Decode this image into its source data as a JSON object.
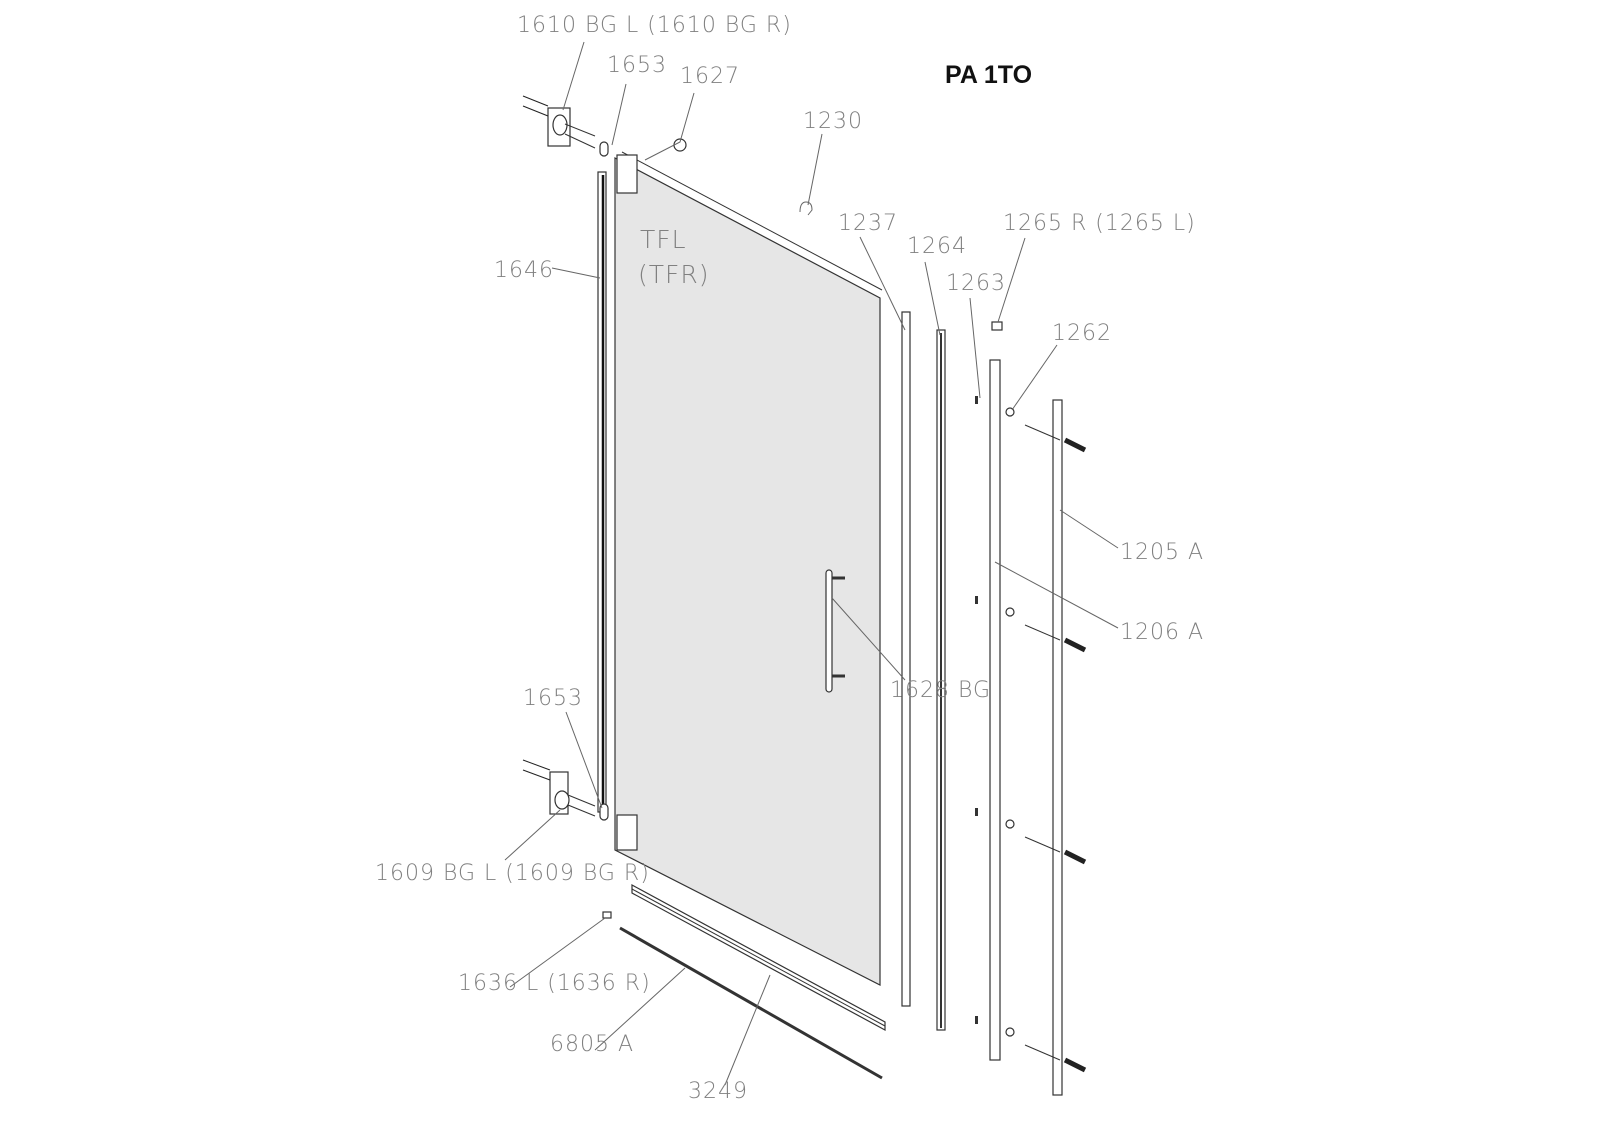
{
  "title": "PA 1TO",
  "glass": {
    "label": "TFL",
    "label_alt": "(TFR)"
  },
  "labels": {
    "hinge_top": "1610 BG L (1610 BG R)",
    "cap_top": "1653",
    "cap_round": "1627",
    "hook": "1230",
    "seal_1237": "1237",
    "seal_1264": "1264",
    "end_cap": "1265 R (1265 L)",
    "part_1263": "1263",
    "part_1262": "1262",
    "profile_1646": "1646",
    "wall_profile_1205": "1205 A",
    "wall_profile_1206": "1206 A",
    "handle": "1628 BG",
    "cap_bottom": "1653",
    "hinge_bottom": "1609 BG L (1609 BG R)",
    "end_piece": "1636 L (1636 R)",
    "rod": "6805 A",
    "sweep": "3249"
  }
}
